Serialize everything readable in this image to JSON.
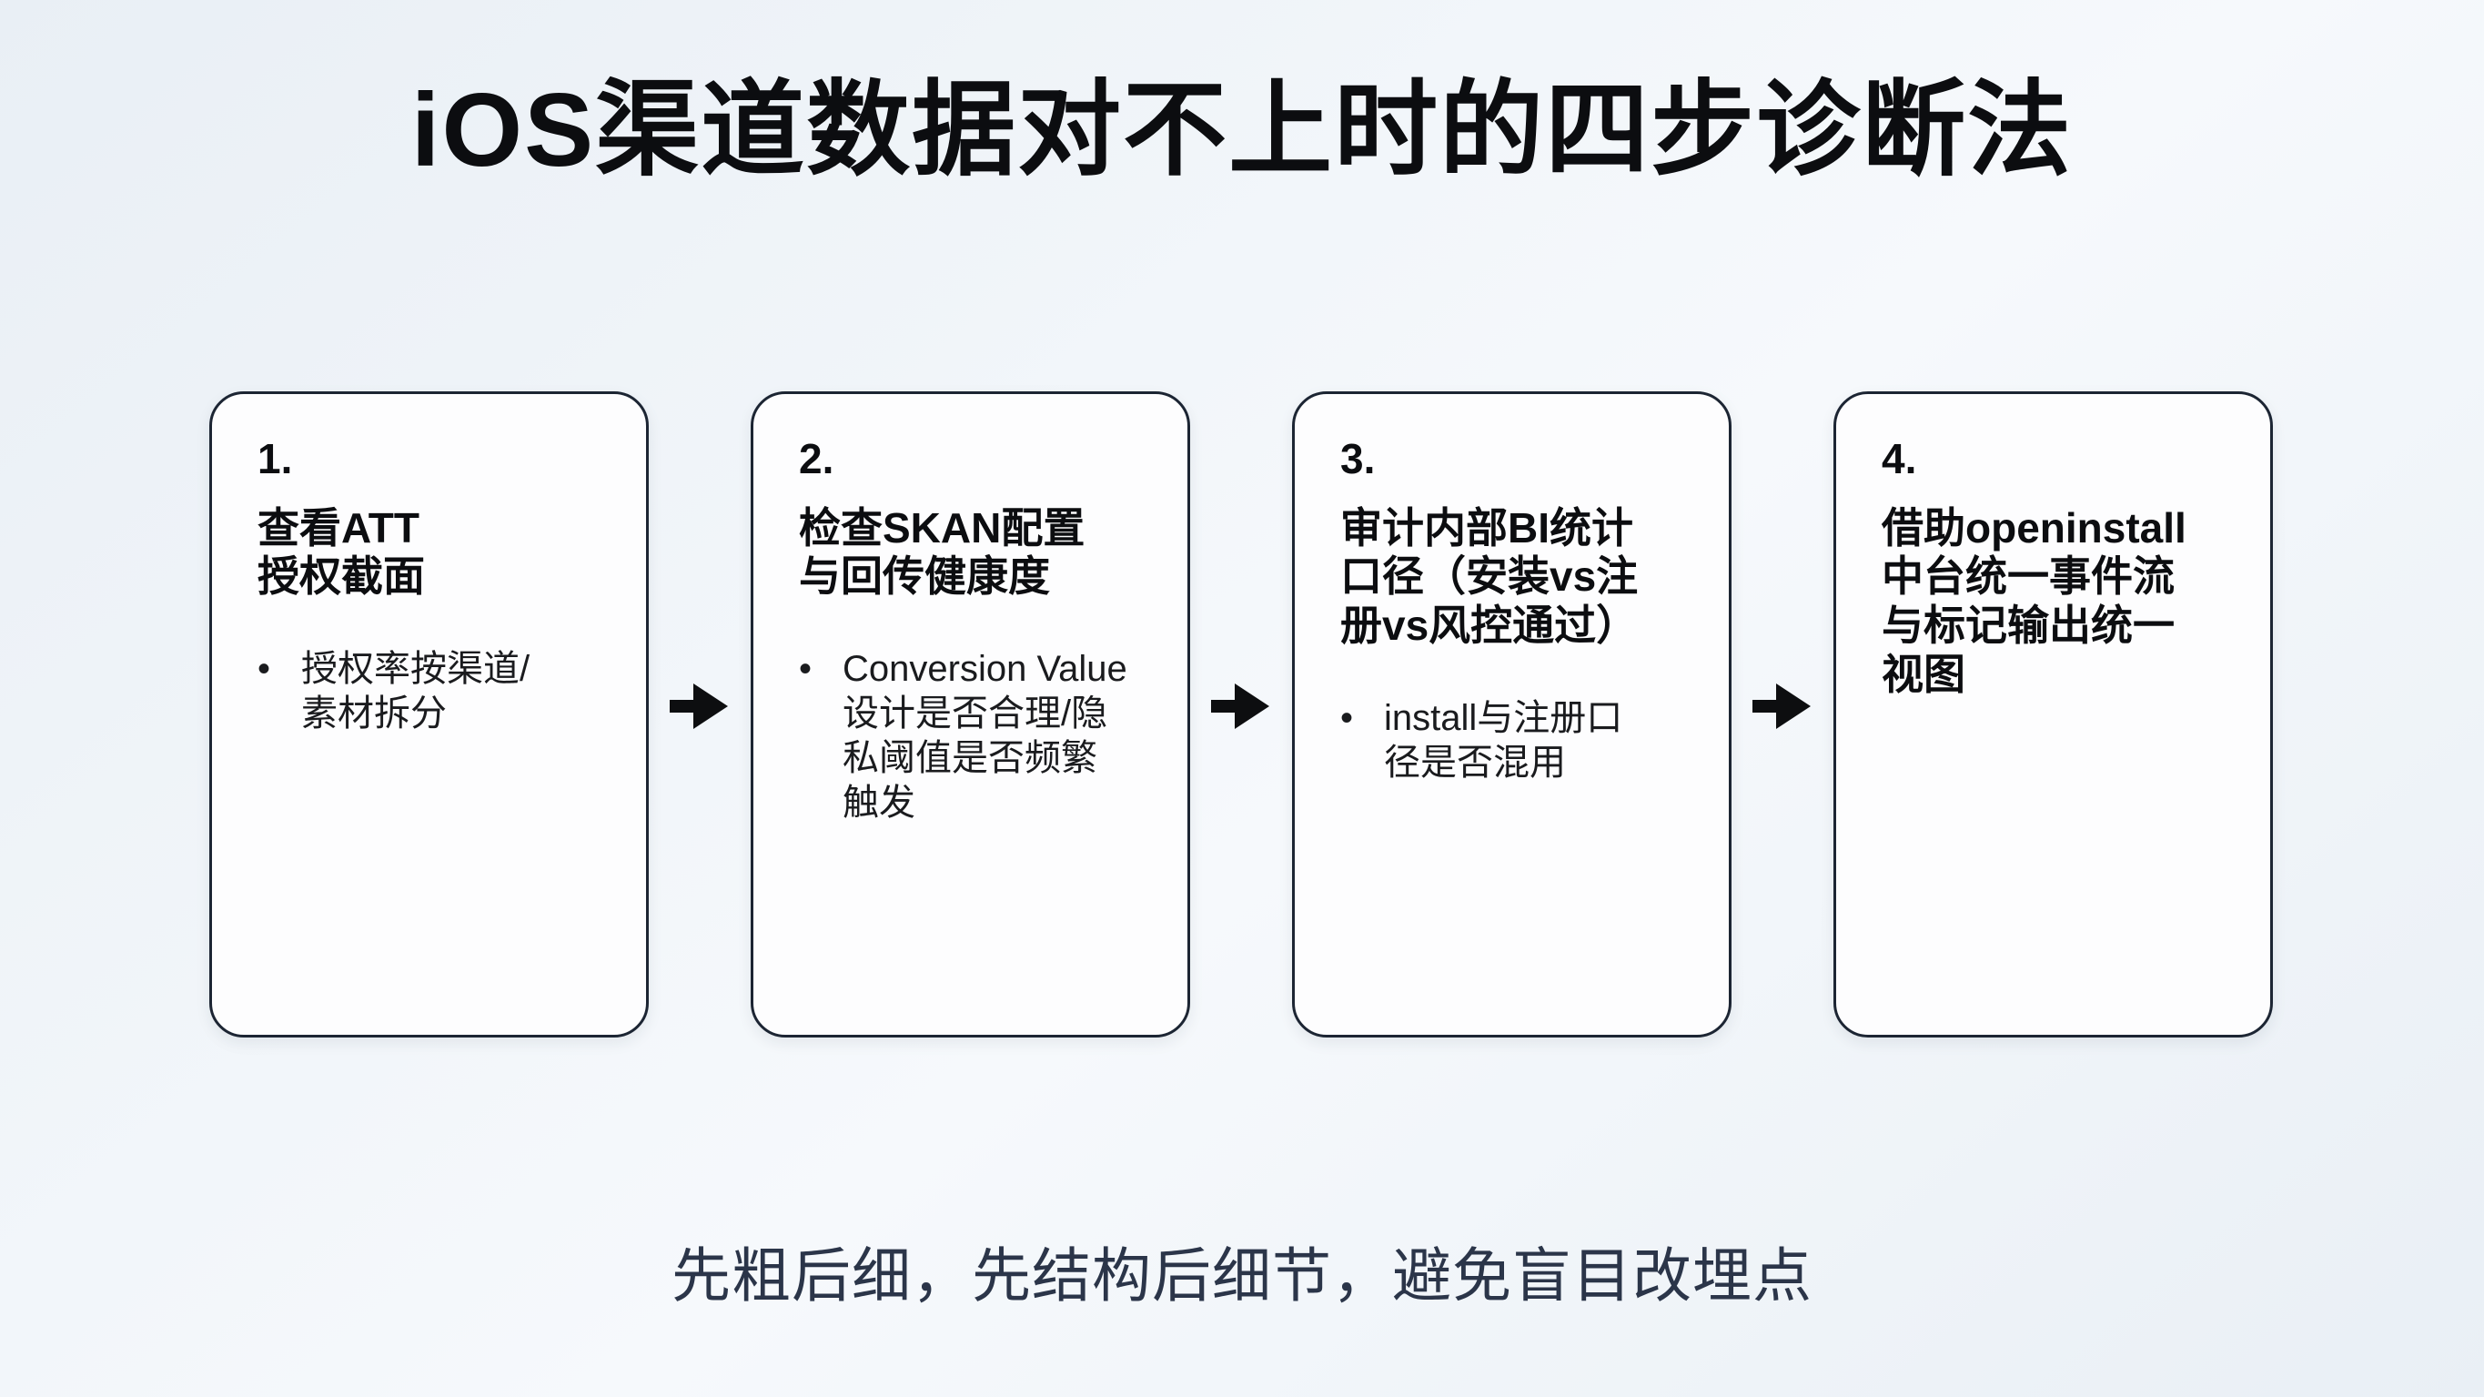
{
  "title": "iOS渠道数据对不上时的四步诊断法",
  "caption": "先粗后细，先结构后细节，避免盲目改埋点",
  "flow": {
    "arrow_icon": "arrow-right"
  },
  "steps": [
    {
      "num": "1.",
      "heading": "查看ATT\n授权截面",
      "bullets": [
        "授权率按渠道/\n素材拆分"
      ]
    },
    {
      "num": "2.",
      "heading": "检查SKAN配置\n与回传健康度",
      "bullets": [
        "Conversion Value\n设计是否合理/隐\n私阈值是否频繁\n触发"
      ]
    },
    {
      "num": "3.",
      "heading": "审计内部BI统计\n口径（安装vs注\n册vs风控通过）",
      "bullets": [
        "install与注册口\n径是否混用"
      ]
    },
    {
      "num": "4.",
      "heading": "借助openinstall\n中台统一事件流\n与标记输出统一\n视图",
      "bullets": []
    }
  ],
  "colors": {
    "page-bg-start": "#e9eff5",
    "page-bg-end": "#f6f9fc",
    "box-bg": "#fdfdfe",
    "box-border": "#1c2533",
    "text-primary": "#0c0d10",
    "text-body": "#1a1b1e",
    "caption-color": "#2b3549",
    "arrow-color": "#0d0e10"
  }
}
